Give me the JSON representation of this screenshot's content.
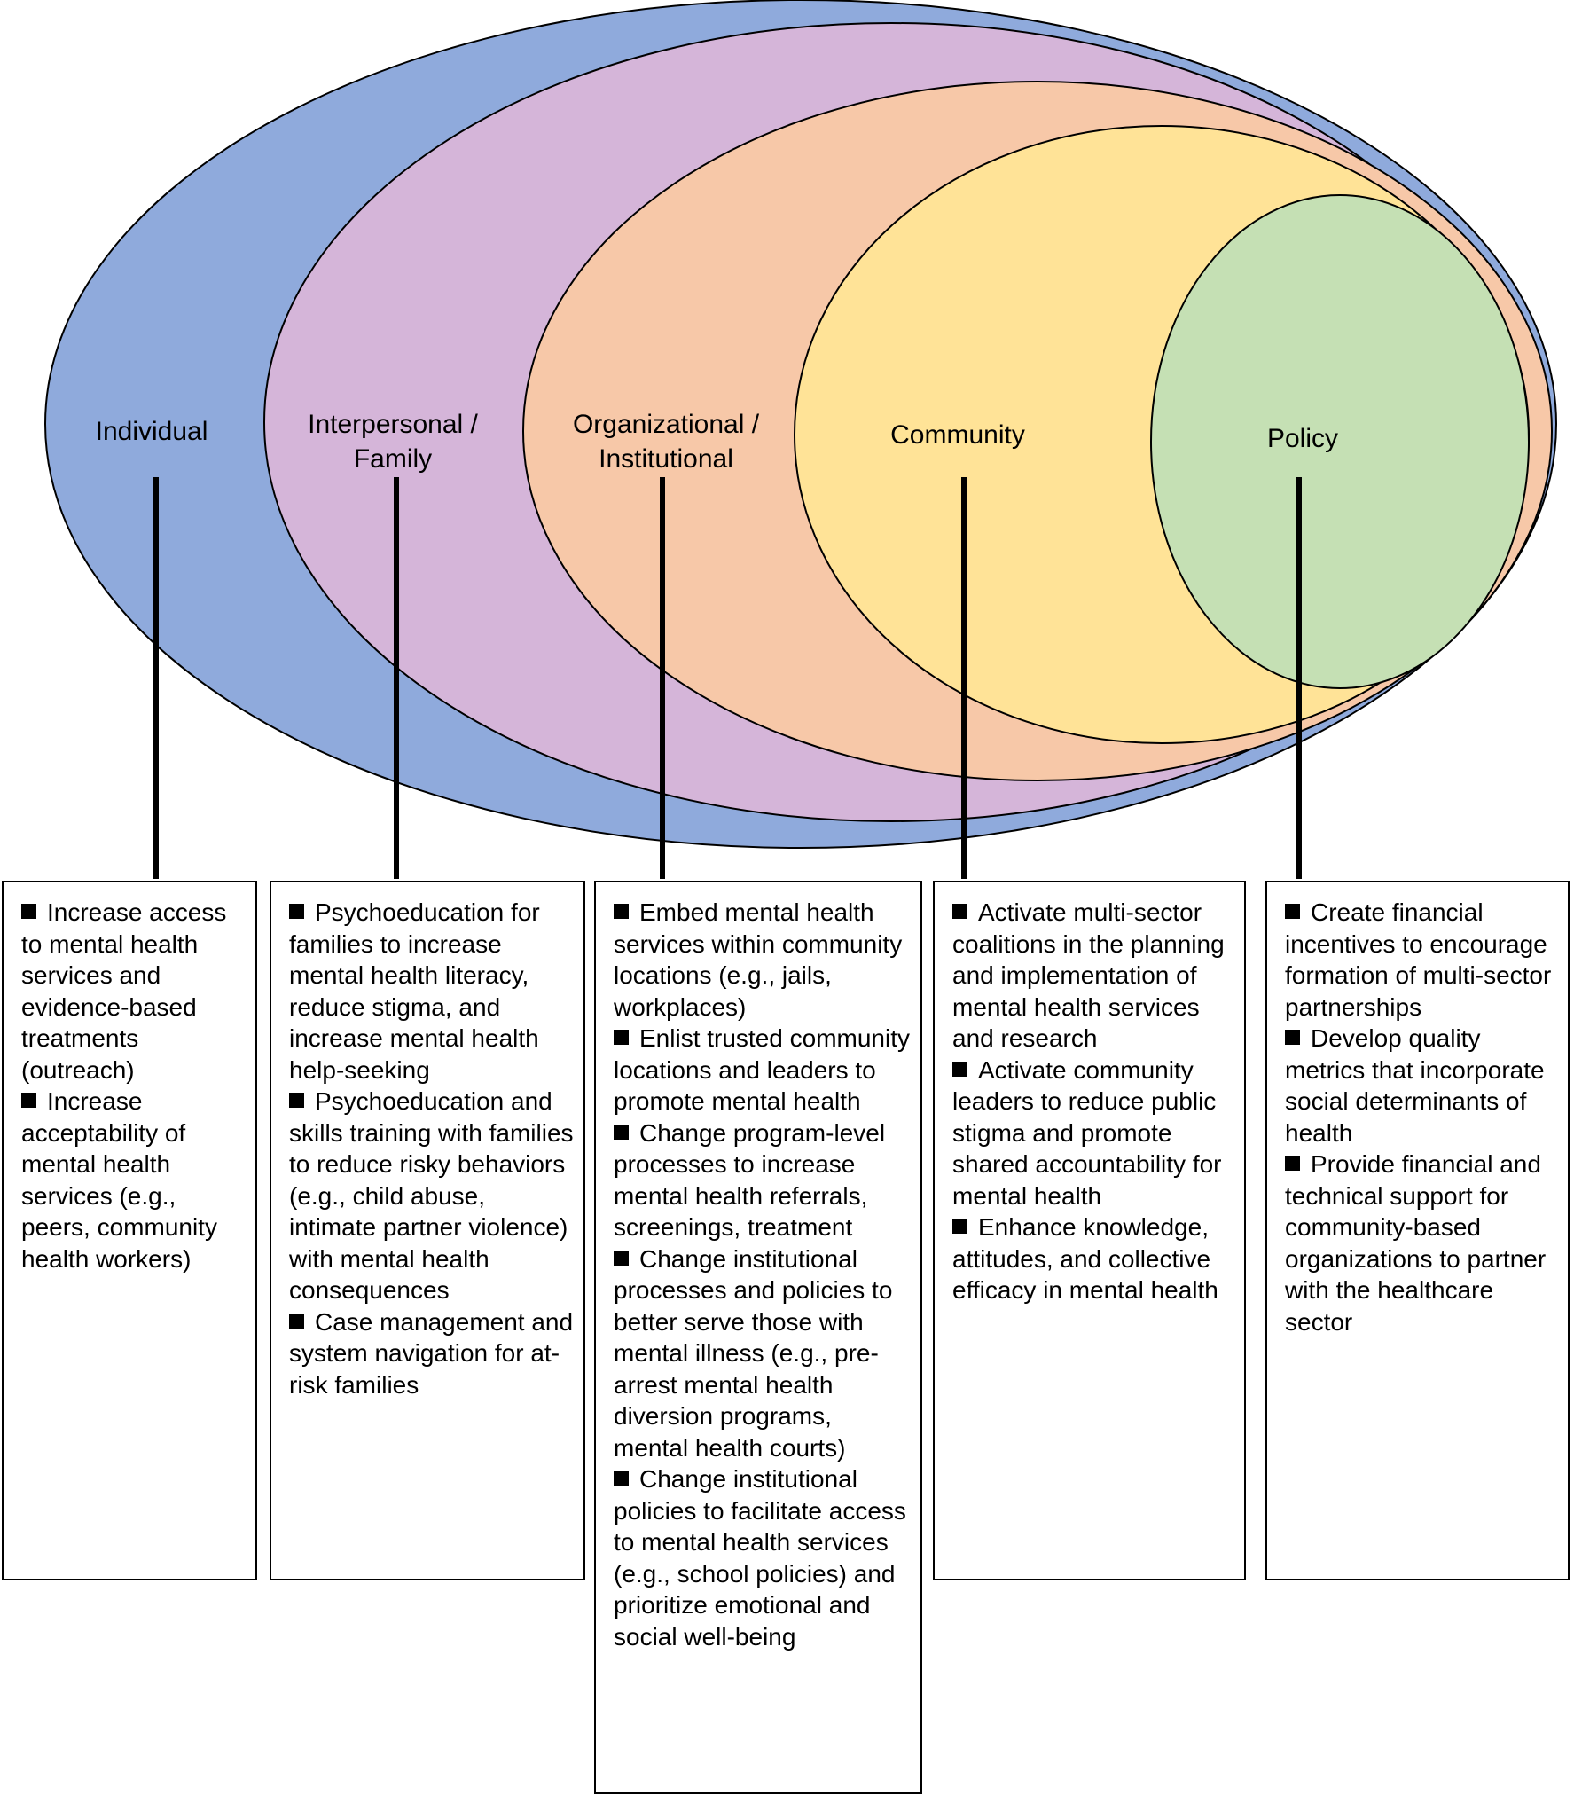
{
  "colors": {
    "individual": "#8FAADC",
    "interpersonal": "#D5B5D9",
    "organizational": "#F7C8A8",
    "community": "#FFE397",
    "policy": "#C5E0B4",
    "outline": "#000000"
  },
  "levels": [
    {
      "id": "individual",
      "label_lines": [
        "Individual"
      ],
      "items": [
        "Increase access to mental health services and evidence-based treatments (outreach)",
        "Increase acceptability of mental health services (e.g., peers, community health workers)"
      ]
    },
    {
      "id": "interpersonal",
      "label_lines": [
        "Interpersonal /",
        "Family"
      ],
      "items": [
        "Psychoeducation for families to increase mental health literacy, reduce stigma, and increase mental health help-seeking",
        "Psychoeducation and skills training with families to reduce risky behaviors (e.g., child abuse, intimate partner violence) with mental health consequences",
        "Case management and system navigation for at-risk families"
      ]
    },
    {
      "id": "organizational",
      "label_lines": [
        "Organizational /",
        "Institutional"
      ],
      "items": [
        "Embed mental health services within community locations (e.g., jails, workplaces)",
        "Enlist trusted community locations and leaders to promote mental health",
        "Change program-level processes to increase mental health referrals, screenings, treatment",
        "Change institutional processes and policies to better serve those with mental illness (e.g., pre-arrest mental health diversion programs, mental health courts)",
        "Change institutional policies to facilitate access to mental health services (e.g., school policies) and prioritize emotional and social well-being"
      ]
    },
    {
      "id": "community",
      "label_lines": [
        "Community"
      ],
      "items": [
        "Activate multi-sector coalitions in the planning and implementation of mental health services and research",
        "Activate community leaders to reduce public stigma and promote shared accountability for mental health",
        "Enhance knowledge, attitudes, and collective efficacy in mental health"
      ]
    },
    {
      "id": "policy",
      "label_lines": [
        "Policy"
      ],
      "items": [
        "Create financial incentives to encourage formation of multi-sector partnerships",
        "Develop quality metrics that incorporate social determinants of health",
        "Provide financial and technical support for community-based organizations to partner with the healthcare sector"
      ]
    }
  ]
}
